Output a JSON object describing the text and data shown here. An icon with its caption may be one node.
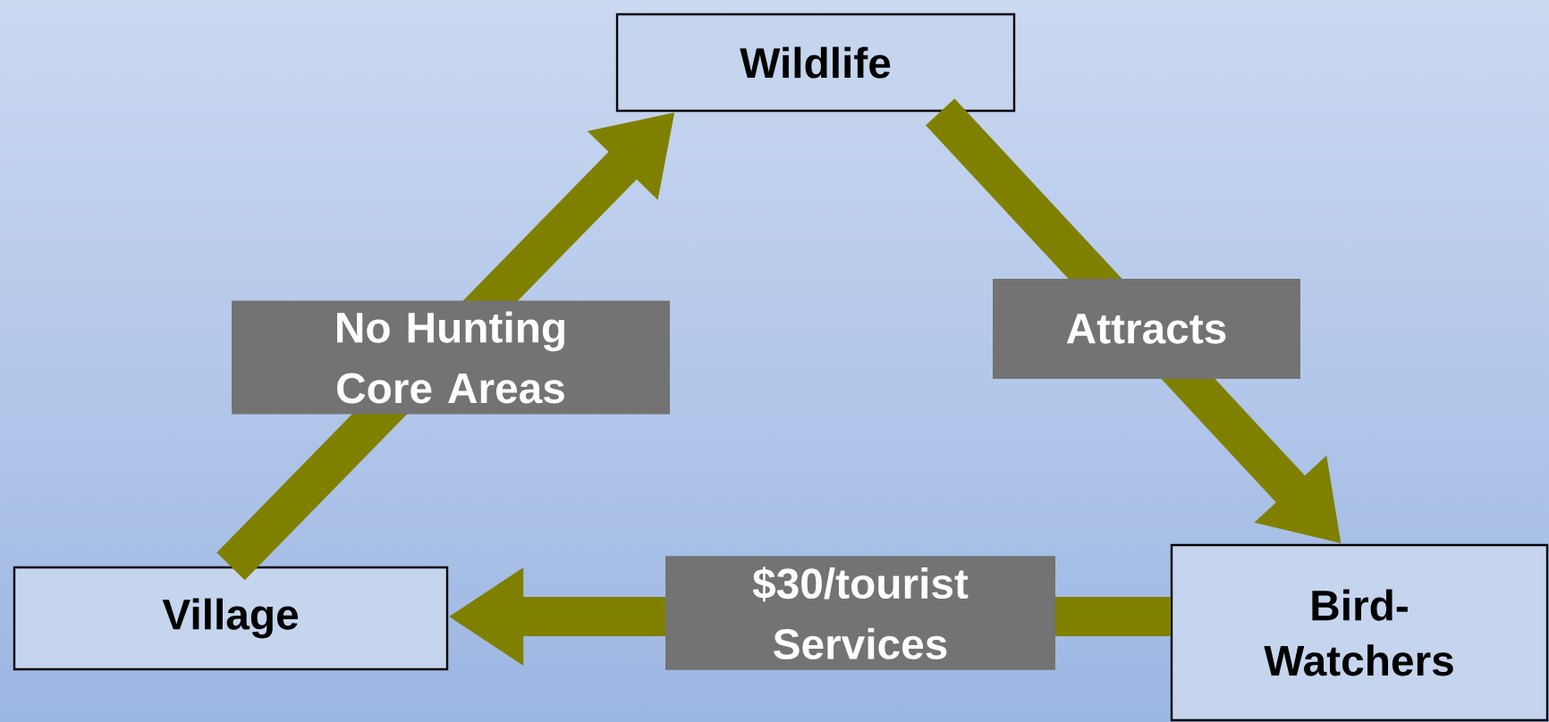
{
  "diagram": {
    "nodes": [
      {
        "text": [
          "Wildlife"
        ]
      },
      {
        "text": [
          "Bird-Watchers"
        ]
      },
      {
        "text": [
          "Village"
        ]
      }
    ],
    "edges": [
      {
        "from": 2,
        "to": 0,
        "arrow": "to",
        "label": "No Hunting Core Areas"
      },
      {
        "from": 0,
        "to": 1,
        "arrow": "to",
        "label": "Attracts"
      },
      {
        "from": 1,
        "to": 2,
        "arrow": "to",
        "label": "$30/tourist Services"
      }
    ]
  }
}
